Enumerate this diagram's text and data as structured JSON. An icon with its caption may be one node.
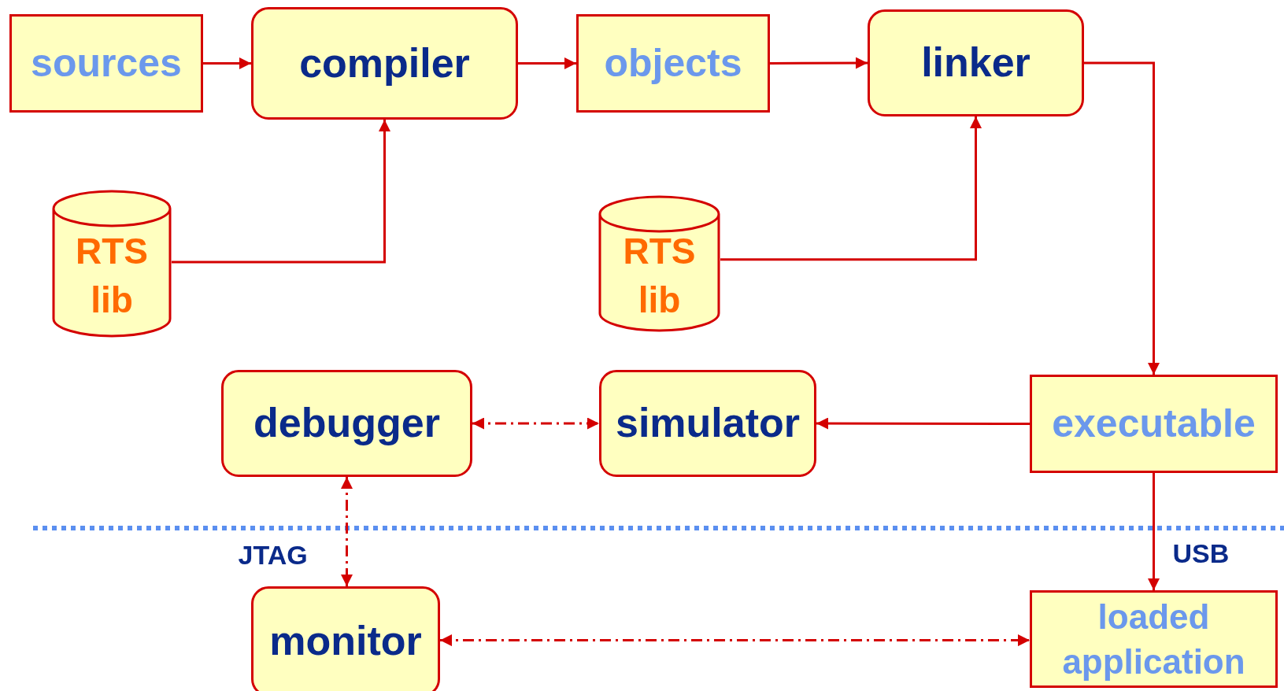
{
  "diagram": {
    "nodes": [
      {
        "text": [
          "sources"
        ]
      },
      {
        "text": [
          "compiler"
        ]
      },
      {
        "text": [
          "objects"
        ]
      },
      {
        "text": [
          "linker"
        ]
      },
      {
        "text": [
          "RTS lib"
        ]
      },
      {
        "text": [
          "RTS lib"
        ]
      },
      {
        "text": [
          "debugger"
        ]
      },
      {
        "text": [
          "simulator"
        ]
      },
      {
        "text": [
          "executable"
        ]
      },
      {
        "text": [
          "monitor"
        ]
      },
      {
        "text": [
          "loaded application"
        ]
      }
    ],
    "edges": [
      {
        "from": 0,
        "to": 1,
        "arrow": "to"
      },
      {
        "from": 1,
        "to": 2,
        "arrow": "to"
      },
      {
        "from": 2,
        "to": 3,
        "arrow": "to"
      },
      {
        "from": 3,
        "to": 8,
        "arrow": "to"
      },
      {
        "from": 4,
        "to": 1,
        "arrow": "to"
      },
      {
        "from": 5,
        "to": 3,
        "arrow": "to"
      },
      {
        "from": 8,
        "to": 7,
        "arrow": "to"
      },
      {
        "from": 6,
        "to": 7,
        "arrow": "both",
        "style": "dashed"
      },
      {
        "from": 6,
        "to": 9,
        "arrow": "both",
        "style": "dashed",
        "label": "JTAG"
      },
      {
        "from": 8,
        "to": 10,
        "arrow": "to",
        "label": "USB"
      },
      {
        "from": 9,
        "to": 10,
        "arrow": "both",
        "style": "dashed"
      }
    ]
  }
}
